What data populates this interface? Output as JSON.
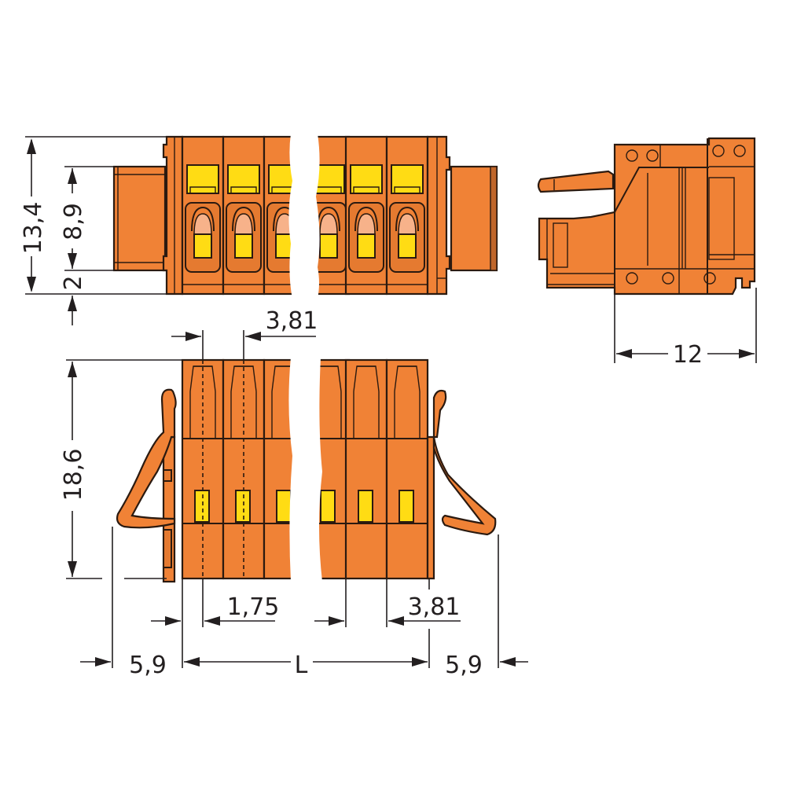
{
  "drawing": {
    "title": "Female connector technical drawing",
    "colors": {
      "housing": "#f08236",
      "actuator": "#ffdc14",
      "outline": "#2b1a10",
      "background": "#ffffff"
    },
    "top_view": {
      "dimensions": {
        "total_height": "13,4",
        "flange_height": "8,9",
        "bottom_offset": "2"
      }
    },
    "side_view": {
      "dimensions": {
        "depth": "12"
      }
    },
    "front_view": {
      "dimensions": {
        "pitch_top": "3,81",
        "height": "18,6",
        "first_pin_offset": "1,75",
        "pitch_bottom": "3,81",
        "latch_left": "5,9",
        "length": "L",
        "latch_right": "5,9"
      }
    }
  }
}
